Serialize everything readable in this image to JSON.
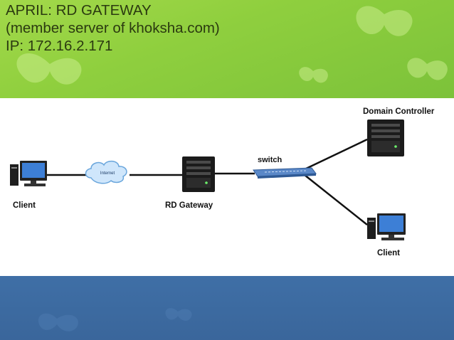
{
  "header": {
    "title_lines": [
      "APRIL: RD GATEWAY",
      "(member server of khoksha.com)",
      "IP: 172.16.2.171"
    ]
  },
  "diagram": {
    "labels": {
      "client_left": "Client",
      "internet": "Internet",
      "rd_gateway": "RD Gateway",
      "switch": "switch",
      "domain_controller": "Domain Controller",
      "client_right": "Client"
    }
  },
  "colors": {
    "header_green": "#8fcf3e",
    "footer_blue": "#3a669b",
    "title_text": "#2b3a10"
  }
}
